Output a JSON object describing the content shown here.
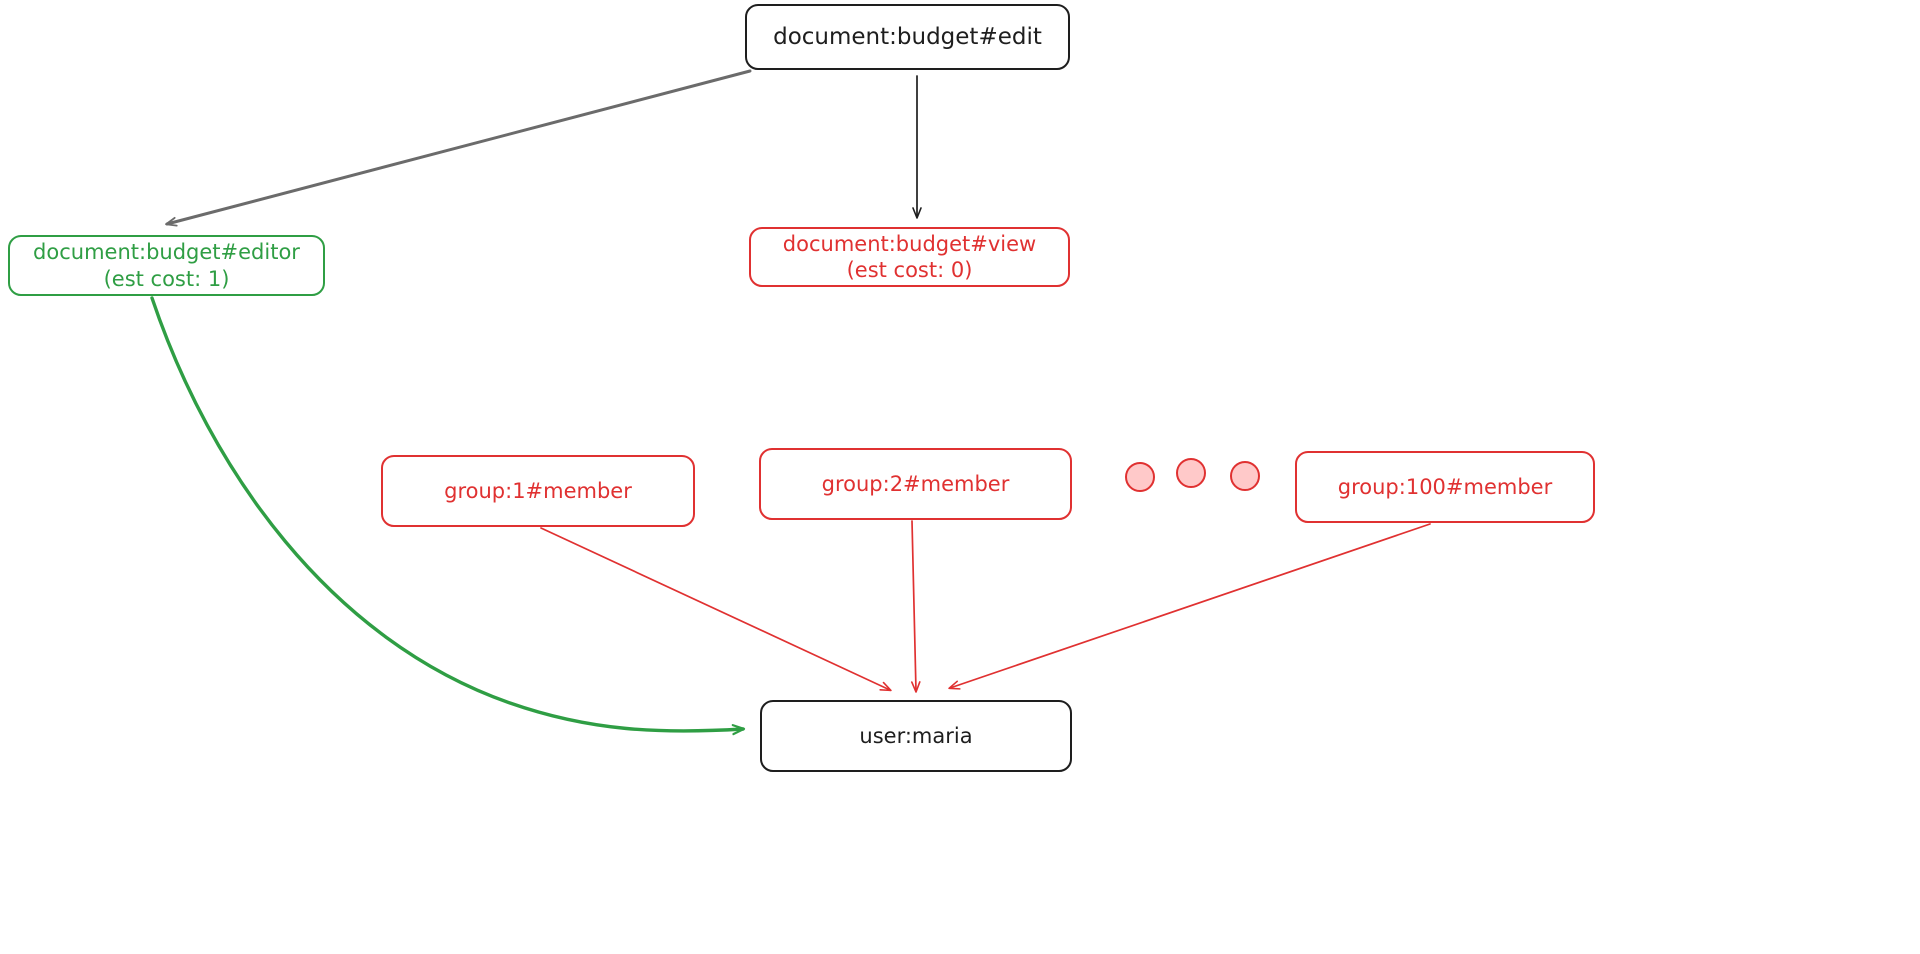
{
  "diagram": {
    "title": "authorization-expansion-graph",
    "background": "#ffffff",
    "colors": {
      "black": "#1e1e1e",
      "gray": "#6b6b6b",
      "green": "#2f9e44",
      "red": "#e03131",
      "dot_fill": "#ffc9c9"
    },
    "nodes": [
      {
        "id": "edit",
        "lines": [
          "document:budget#edit"
        ],
        "color": "black",
        "shape": "rounded-rect"
      },
      {
        "id": "editor",
        "lines": [
          "document:budget#editor",
          "(est cost: 1)"
        ],
        "color": "green",
        "shape": "rounded-rect"
      },
      {
        "id": "view",
        "lines": [
          "document:budget#view",
          "(est cost: 0)"
        ],
        "color": "red",
        "shape": "rounded-rect"
      },
      {
        "id": "group1",
        "lines": [
          "group:1#member"
        ],
        "color": "red",
        "shape": "rounded-rect"
      },
      {
        "id": "group2",
        "lines": [
          "group:2#member"
        ],
        "color": "red",
        "shape": "rounded-rect"
      },
      {
        "id": "group100",
        "lines": [
          "group:100#member"
        ],
        "color": "red",
        "shape": "rounded-rect"
      },
      {
        "id": "user",
        "lines": [
          "user:maria"
        ],
        "color": "black",
        "shape": "rounded-rect"
      }
    ],
    "ellipsis": {
      "count": 3,
      "fill": "#ffc9c9",
      "stroke": "#e03131"
    },
    "edges": [
      {
        "from": "edit",
        "to": "editor",
        "color": "gray",
        "style": "straight"
      },
      {
        "from": "edit",
        "to": "view",
        "color": "black",
        "style": "straight"
      },
      {
        "from": "editor",
        "to": "user",
        "color": "green",
        "style": "curved"
      },
      {
        "from": "group1",
        "to": "user",
        "color": "red",
        "style": "straight"
      },
      {
        "from": "group2",
        "to": "user",
        "color": "red",
        "style": "straight"
      },
      {
        "from": "group100",
        "to": "user",
        "color": "red",
        "style": "straight"
      }
    ]
  }
}
